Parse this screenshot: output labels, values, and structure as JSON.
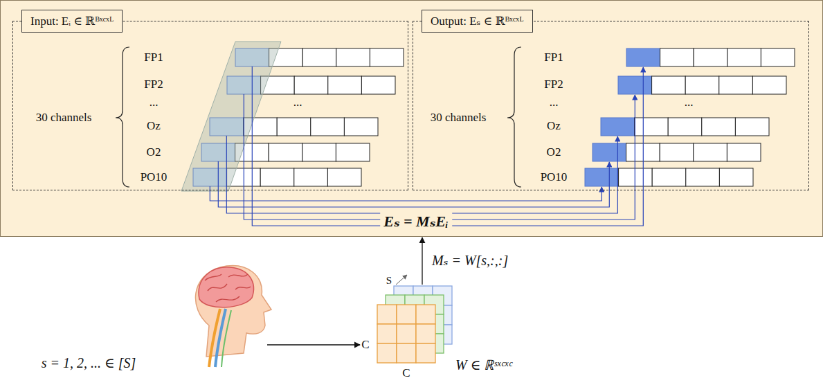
{
  "diagram": {
    "nodes": [
      {
        "text": [
          "Eₛ = MₛEᵢ"
        ]
      },
      {
        "text": [
          "Input: Eᵢ ∈ ℝᴮˣᶜˣᴸ"
        ],
        "in": 0
      },
      {
        "text": [
          "Output: Eₛ ∈ ℝᴮˣᶜˣᴸ"
        ],
        "in": 0
      },
      {
        "text": [
          "S",
          "C",
          "C",
          "W ∈ ℝˢˣᶜˣᶜ"
        ]
      }
    ],
    "edges": [
      {
        "from": 3,
        "to": 0,
        "arrow": "to",
        "label": "Mₛ = W[s,:,:]"
      }
    ],
    "labels": [
      "30 channels",
      "FP1",
      "FP2",
      "...",
      "Oz",
      "O2",
      "PO10",
      "...",
      "30 channels",
      "FP1",
      "FP2",
      "...",
      "Oz",
      "O2",
      "PO10",
      "...",
      "s = 1, 2, ... ∈ [S]"
    ]
  }
}
